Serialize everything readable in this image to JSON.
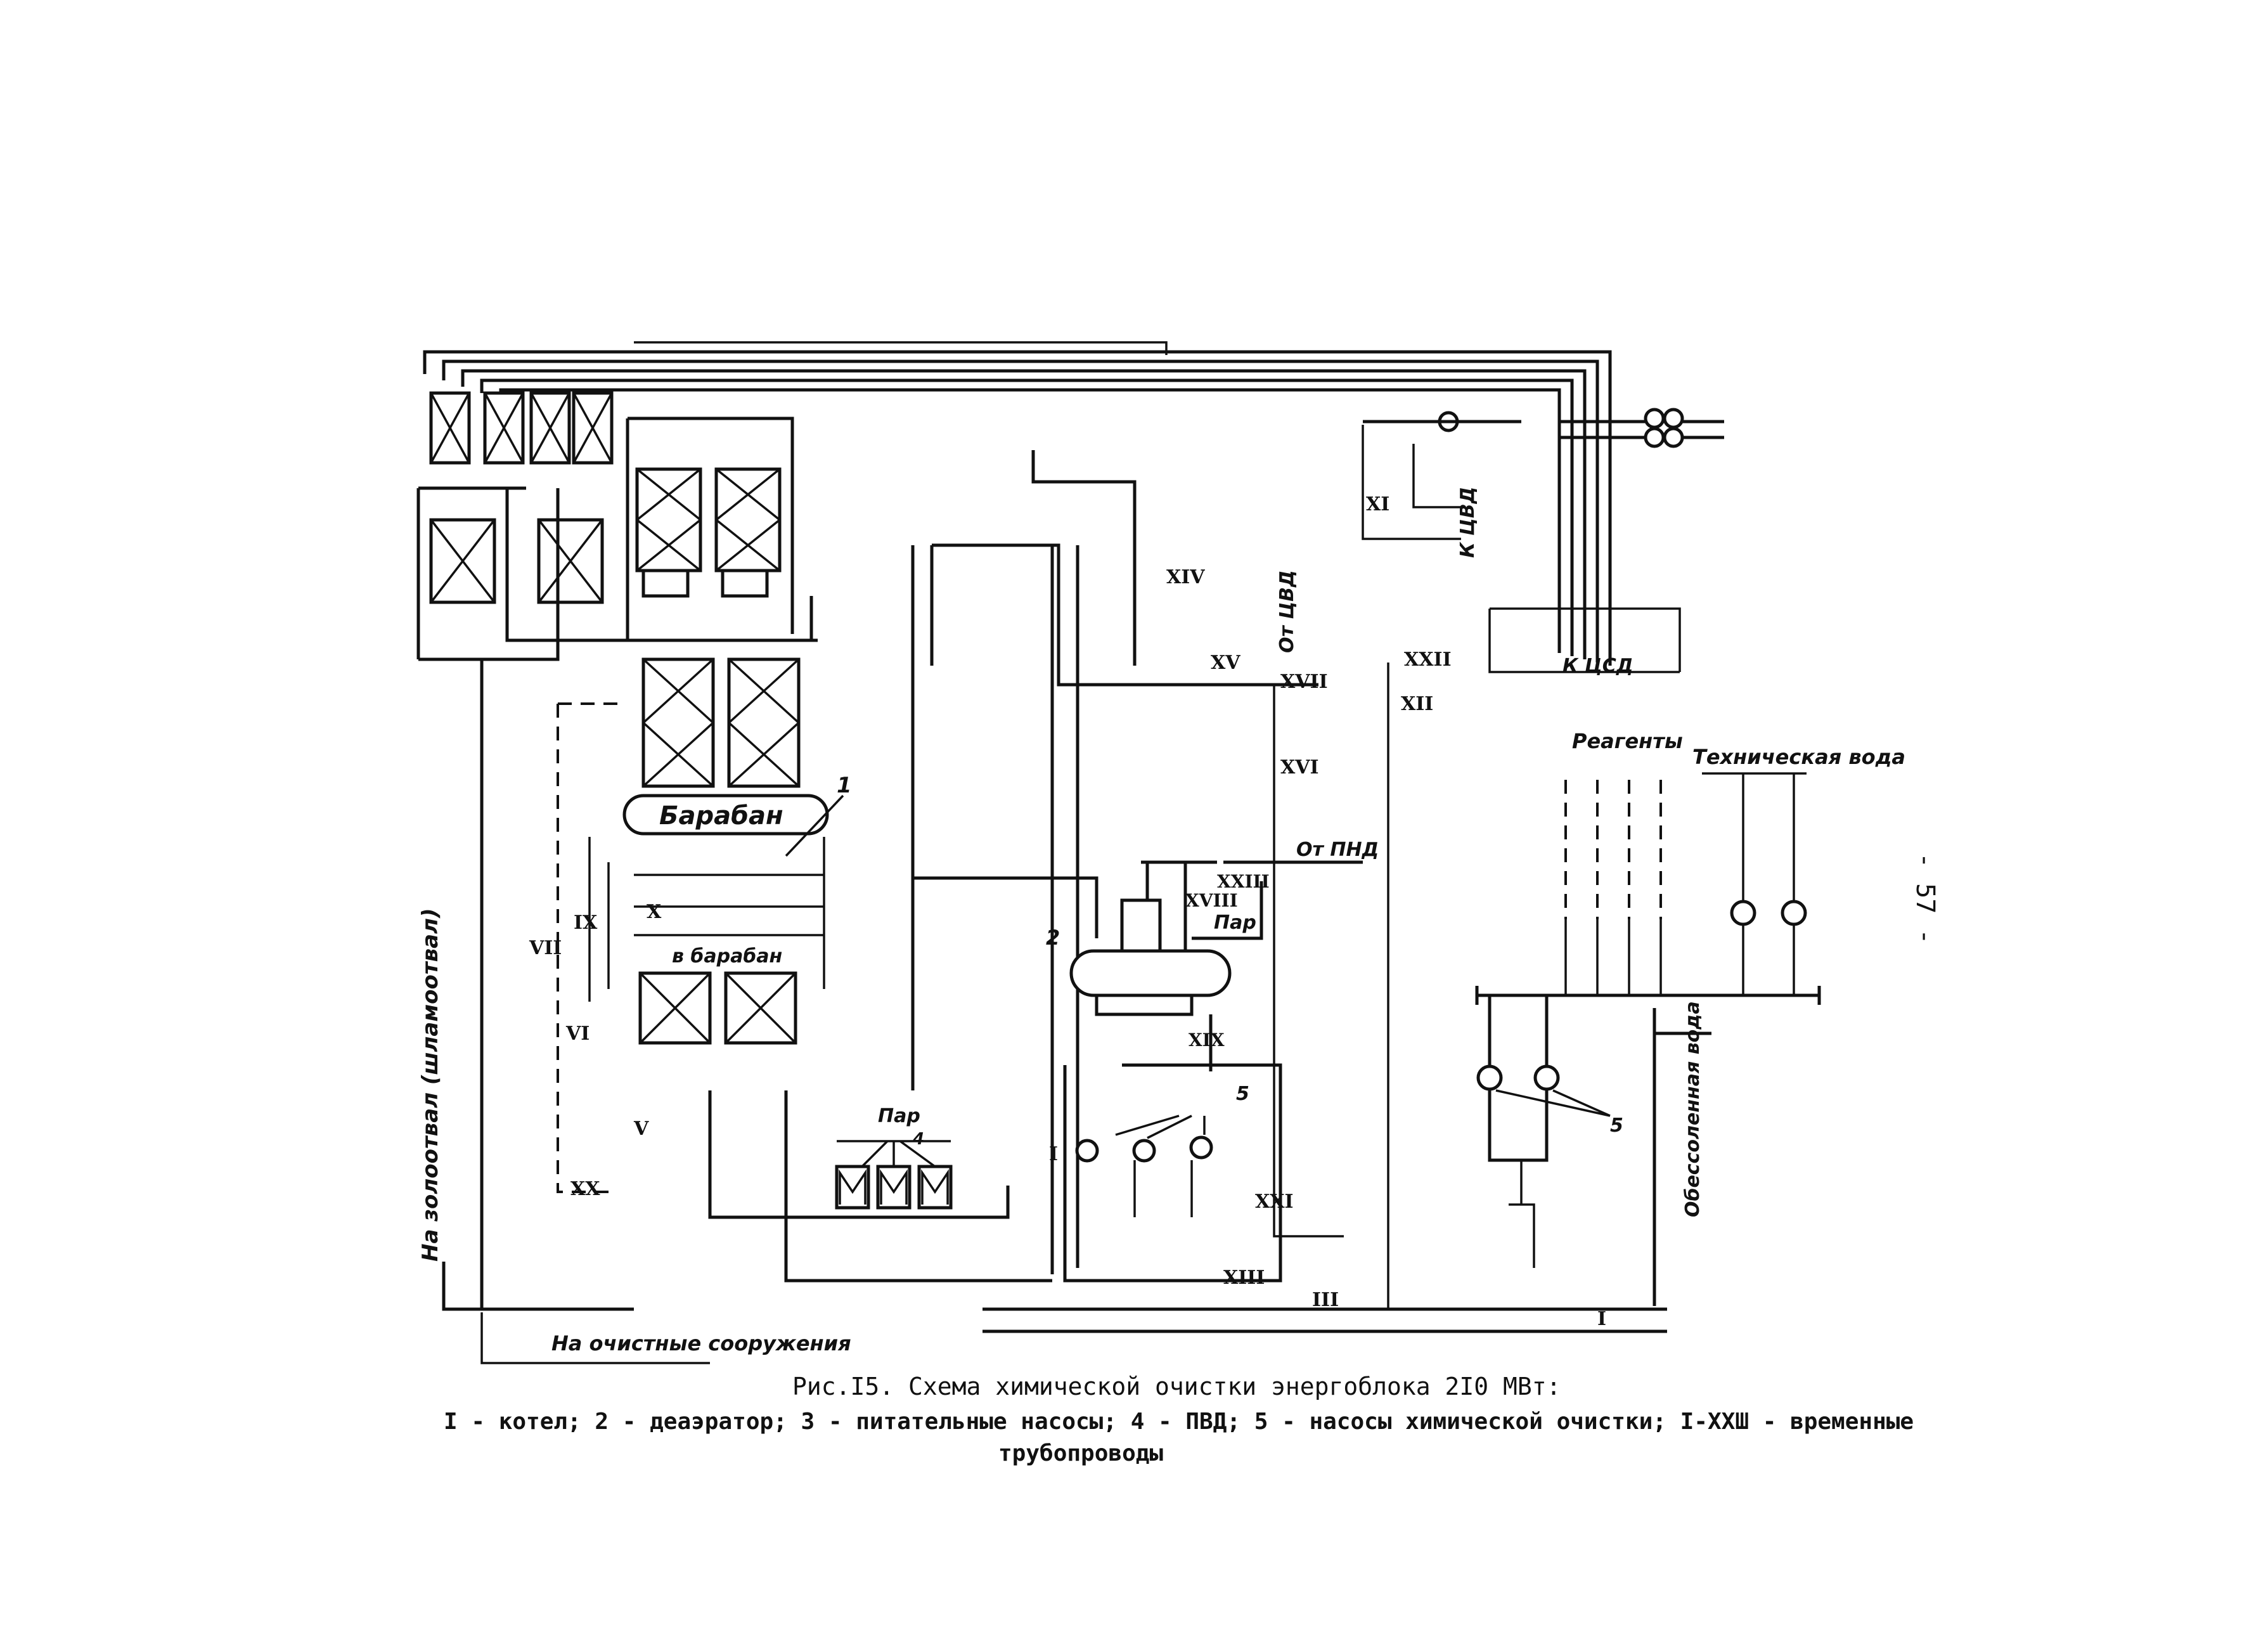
{
  "page_number": "- 57 -",
  "figure": {
    "title": "Рис.I5. Схема химической очистки энергоблока 2I0 МВт:",
    "legend_line1": "I - котел; 2 - деаэратор; 3 - питательные насосы; 4 - ПВД; 5 - насосы химической очистки; I-XXШ - временные",
    "legend_line2": "трубопроводы"
  },
  "labels": {
    "drum": "Барабан",
    "to_drum": "в барабан",
    "reagents": "Реагенты",
    "tech_water": "Техническая вода",
    "demin_water": "Обессоленная вода",
    "to_ash": "На золоотвал (шламоотвал)",
    "to_treatment": "На очистные сооружения",
    "from_lpt": "От ПНД",
    "from_hpc": "От ЦВД",
    "to_hpc": "К ЦВД",
    "to_ipc": "К ЦСД",
    "steam1": "Пар",
    "steam2": "Пар"
  },
  "numerals": {
    "n1": "1",
    "n2": "2",
    "n4": "4",
    "n5a": "5",
    "n5b": "5",
    "I_a": "I",
    "I_b": "I",
    "III": "III",
    "V": "V",
    "VI": "VI",
    "VII": "VII",
    "IX": "IX",
    "X": "X",
    "XI": "XI",
    "XII": "XII",
    "XIII": "XIII",
    "XIV": "XIV",
    "XV": "XV",
    "XVI": "XVI",
    "XVII": "XVII",
    "XVIII": "XVIII",
    "XIX": "XIX",
    "XX": "XX",
    "XXI": "XXI",
    "XXII": "XXII",
    "XXIII": "XXIII"
  }
}
